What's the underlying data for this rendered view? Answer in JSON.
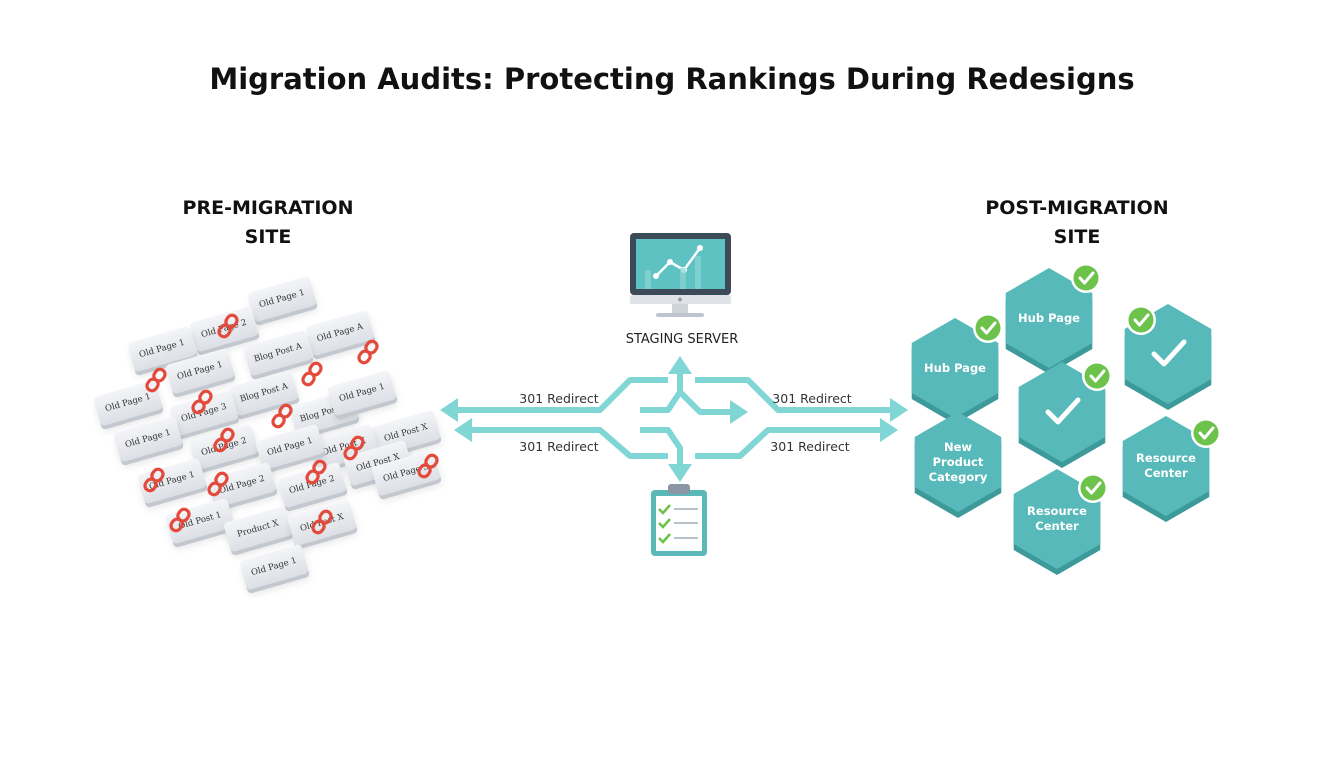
{
  "title": "Migration Audits: Protecting Rankings During Redesigns",
  "pre_section": {
    "line1": "PRE-MIGRATION",
    "line2": "SITE"
  },
  "post_section": {
    "line1": "POST-MIGRATION",
    "line2": "SITE"
  },
  "staging": {
    "label": "STAGING SERVER",
    "icon": "monitor-chart-icon"
  },
  "checklist_icon": "clipboard-checklist-icon",
  "redirects": [
    {
      "label": "301 Redirect"
    },
    {
      "label": "301 Redirect"
    },
    {
      "label": "301 Redirect"
    },
    {
      "label": "301 Redirect"
    }
  ],
  "old_pages": [
    {
      "label": "Old Page 1"
    },
    {
      "label": "Old Page 2"
    },
    {
      "label": "Old Page 1"
    },
    {
      "label": "Old Page A"
    },
    {
      "label": "Blog Post A"
    },
    {
      "label": "Old Page 1"
    },
    {
      "label": "Blog Post A"
    },
    {
      "label": "Old Page 1"
    },
    {
      "label": "Old Page 3"
    },
    {
      "label": "Blog Post A"
    },
    {
      "label": "Old Page 1"
    },
    {
      "label": "Old Page 1"
    },
    {
      "label": "Old Post X"
    },
    {
      "label": "Old Page 2"
    },
    {
      "label": "Old Post X"
    },
    {
      "label": "Old Page 1"
    },
    {
      "label": "Old Page 1"
    },
    {
      "label": "Old Page 2"
    },
    {
      "label": "Old Post X"
    },
    {
      "label": "Old Page 2"
    },
    {
      "label": "Old Page 3"
    },
    {
      "label": "Old Post 1"
    },
    {
      "label": "Product X"
    },
    {
      "label": "Old Post X"
    },
    {
      "label": "Old Page 1"
    }
  ],
  "broken_link_icon": "broken-link-icon",
  "new_pages": [
    {
      "label": "Hub Page"
    },
    {
      "label": "Hub Page"
    },
    {
      "label": ""
    },
    {
      "label": ""
    },
    {
      "label": "New Product Category"
    },
    {
      "label": "Resource Center"
    },
    {
      "label": "Resource Center"
    }
  ],
  "check_badge_icon": "check-badge-icon",
  "colors": {
    "teal": "#57b9b9",
    "teal_dark": "#3e9a9a",
    "arrow": "#7fd6d4",
    "check_green": "#6cc24a",
    "broken_link_red": "#e34a3c",
    "tile_gray": "#e6e8ed"
  }
}
